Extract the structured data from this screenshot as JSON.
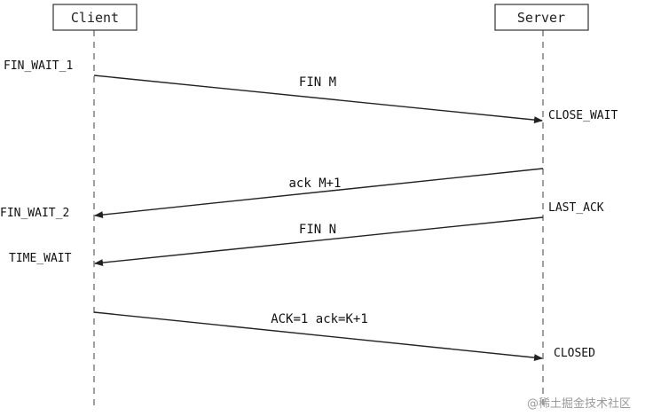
{
  "participants": {
    "client": "Client",
    "server": "Server"
  },
  "states": {
    "fin_wait_1": "FIN_WAIT_1",
    "close_wait": "CLOSE_WAIT",
    "fin_wait_2": "FIN_WAIT_2",
    "last_ack": "LAST_ACK",
    "time_wait": "TIME_WAIT",
    "closed": "CLOSED"
  },
  "messages": {
    "fin_m": "FIN M",
    "ack_m1": "ack M+1",
    "fin_n": "FIN N",
    "ack_final": "ACK=1 ack=K+1"
  },
  "watermark": "@稀土掘金技术社区",
  "colors": {
    "line": "#222222",
    "lifeline": "#777777",
    "box_border": "#333333",
    "watermark": "#9a9a9a"
  }
}
